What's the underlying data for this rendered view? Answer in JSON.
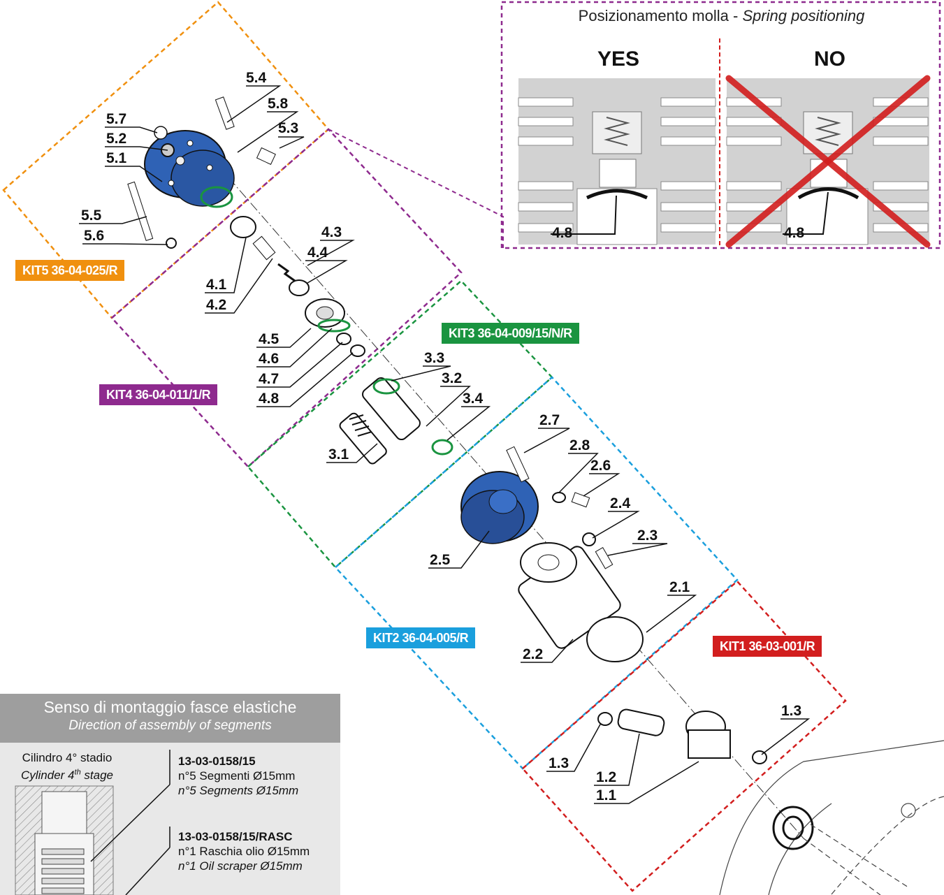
{
  "spring_positioning": {
    "title_it": "Posizionamento molla - ",
    "title_en": "Spring positioning",
    "yes_label": "YES",
    "no_label": "NO",
    "part_label_yes": "4.8",
    "part_label_no": "4.8"
  },
  "kits": [
    {
      "label": "KIT5 36-04-025/R",
      "color": "#f0900f"
    },
    {
      "label": "KIT4 36-04-011/1/R",
      "color": "#8e2a8e"
    },
    {
      "label": "KIT3 36-04-009/15/N/R",
      "color": "#1a9440"
    },
    {
      "label": "KIT2 36-04-005/R",
      "color": "#1a9fdd"
    },
    {
      "label": "KIT1 36-03-001/R",
      "color": "#d21e1e"
    }
  ],
  "part_labels": [
    "5.4",
    "5.8",
    "5.7",
    "5.3",
    "5.2",
    "5.1",
    "5.5",
    "5.6",
    "4.3",
    "4.4",
    "4.1",
    "4.2",
    "4.5",
    "4.6",
    "4.7",
    "4.8",
    "3.3",
    "3.2",
    "3.4",
    "3.1",
    "2.7",
    "2.8",
    "2.6",
    "2.4",
    "2.3",
    "2.1",
    "2.5",
    "2.2",
    "1.3",
    "1.3",
    "1.2",
    "1.1"
  ],
  "ring_panel": {
    "title_it": "Senso di montaggio fasce elastiche",
    "title_en": "Direction of assembly of segments",
    "cylinder_it": "Cilindro 4° stadio",
    "cylinder_en_prefix": "Cylinder 4",
    "cylinder_en_sup": "th",
    "cylinder_en_suffix": " stage",
    "items": [
      {
        "code": "13-03-0158/15",
        "desc_it": "n°5 Segmenti Ø15mm",
        "desc_en": "n°5 Segments Ø15mm"
      },
      {
        "code": "13-03-0158/15/RASC",
        "desc_it": "n°1 Raschia olio Ø15mm",
        "desc_en": "n°1 Oil scraper Ø15mm"
      }
    ]
  },
  "colors": {
    "part_blue": "#2f62b5",
    "section_gray": "#d2d2d2",
    "x_red": "#d21e1e",
    "panel_gray": "#9e9e9e"
  }
}
